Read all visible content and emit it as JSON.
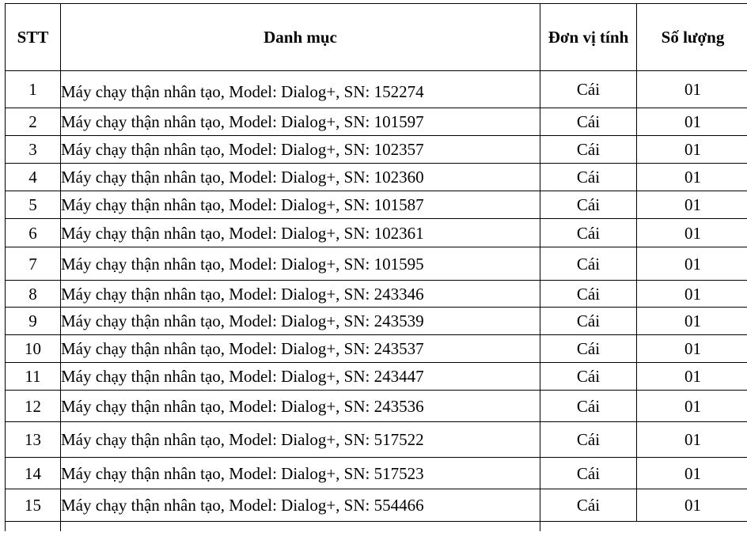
{
  "table": {
    "headers": {
      "stt": "STT",
      "category": "Danh mục",
      "unit": "Đơn vị tính",
      "quantity": "Số lượng"
    },
    "rows": [
      {
        "stt": "1",
        "item": "Máy chạy thận nhân tạo, Model: Dialog+, SN: 152274",
        "unit": "Cái",
        "qty": "01"
      },
      {
        "stt": "2",
        "item": "Máy chạy thận nhân tạo, Model: Dialog+, SN: 101597",
        "unit": "Cái",
        "qty": "01"
      },
      {
        "stt": "3",
        "item": "Máy chạy thận nhân tạo, Model: Dialog+, SN: 102357",
        "unit": "Cái",
        "qty": "01"
      },
      {
        "stt": "4",
        "item": "Máy chạy thận nhân tạo, Model: Dialog+, SN: 102360",
        "unit": "Cái",
        "qty": "01"
      },
      {
        "stt": "5",
        "item": "Máy chạy thận nhân tạo, Model: Dialog+, SN: 101587",
        "unit": "Cái",
        "qty": "01"
      },
      {
        "stt": "6",
        "item": "Máy chạy thận nhân tạo, Model: Dialog+, SN: 102361",
        "unit": "Cái",
        "qty": "01"
      },
      {
        "stt": "7",
        "item": "Máy chạy thận nhân tạo, Model: Dialog+, SN: 101595",
        "unit": "Cái",
        "qty": "01"
      },
      {
        "stt": "8",
        "item": "Máy chạy thận nhân tạo, Model: Dialog+, SN: 243346",
        "unit": "Cái",
        "qty": "01"
      },
      {
        "stt": "9",
        "item": "Máy chạy thận nhân tạo, Model: Dialog+, SN: 243539",
        "unit": "Cái",
        "qty": "01"
      },
      {
        "stt": "10",
        "item": "Máy chạy thận nhân tạo, Model: Dialog+, SN: 243537",
        "unit": "Cái",
        "qty": "01"
      },
      {
        "stt": "11",
        "item": "Máy chạy thận nhân tạo, Model: Dialog+, SN: 243447",
        "unit": "Cái",
        "qty": "01"
      },
      {
        "stt": "12",
        "item": "Máy chạy thận nhân tạo, Model: Dialog+, SN: 243536",
        "unit": "Cái",
        "qty": "01"
      },
      {
        "stt": "13",
        "item": "Máy chạy thận nhân tạo, Model: Dialog+, SN: 517522",
        "unit": "Cái",
        "qty": "01"
      },
      {
        "stt": "14",
        "item": "Máy chạy thận nhân tạo, Model: Dialog+, SN: 517523",
        "unit": "Cái",
        "qty": "01"
      },
      {
        "stt": "15",
        "item": "Máy chạy thận nhân tạo, Model: Dialog+, SN: 554466",
        "unit": "Cái",
        "qty": "01"
      }
    ]
  }
}
